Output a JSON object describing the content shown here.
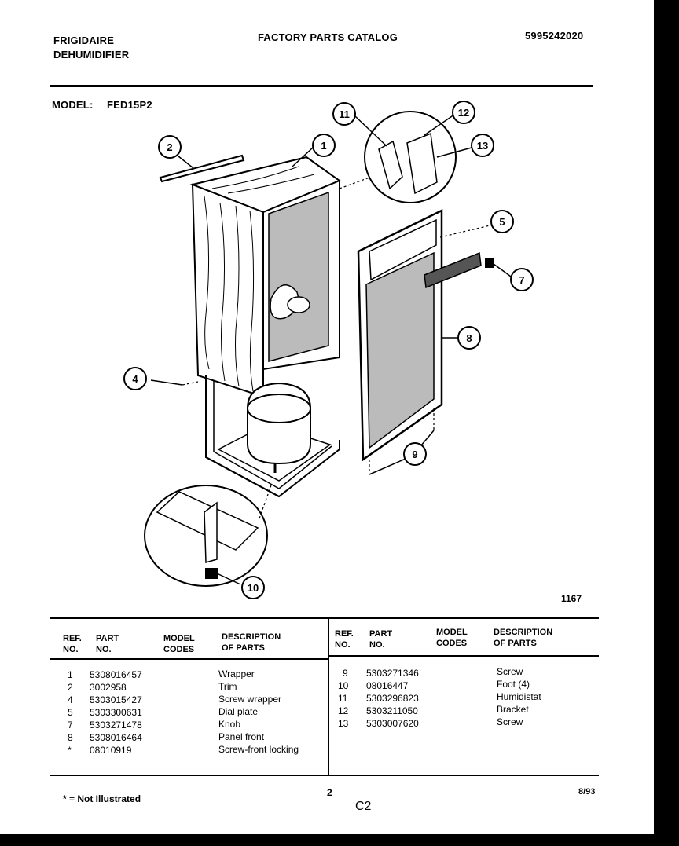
{
  "header": {
    "brand": "FRIGIDAIRE",
    "product": "DEHUMIDIFIER",
    "title": "FACTORY PARTS CATALOG",
    "catalog_number": "5995242020"
  },
  "model": {
    "label": "MODEL:",
    "value": "FED15P2"
  },
  "diagram": {
    "callouts": [
      "1",
      "2",
      "4",
      "5",
      "7",
      "8",
      "9",
      "10",
      "11",
      "12",
      "13"
    ],
    "figure_number": "1167"
  },
  "table": {
    "headers": {
      "ref": [
        "REF.",
        "NO."
      ],
      "part": [
        "PART",
        "NO."
      ],
      "model": [
        "MODEL",
        "CODES"
      ],
      "desc": [
        "DESCRIPTION",
        "OF PARTS"
      ]
    },
    "left_rows": [
      {
        "ref": "1",
        "part": "5308016457",
        "desc": "Wrapper"
      },
      {
        "ref": "2",
        "part": "3002958",
        "desc": "Trim"
      },
      {
        "ref": "4",
        "part": "5303015427",
        "desc": "Screw wrapper"
      },
      {
        "ref": "5",
        "part": "5303300631",
        "desc": "Dial plate"
      },
      {
        "ref": "7",
        "part": "5303271478",
        "desc": "Knob"
      },
      {
        "ref": "8",
        "part": "5308016464",
        "desc": "Panel front"
      },
      {
        "ref": "*",
        "part": "08010919",
        "desc": "Screw-front locking"
      }
    ],
    "right_rows": [
      {
        "ref": "9",
        "part": "5303271346",
        "desc": "Screw"
      },
      {
        "ref": "10",
        "part": "08016447",
        "desc": "Foot (4)"
      },
      {
        "ref": "11",
        "part": "5303296823",
        "desc": "Humidistat"
      },
      {
        "ref": "12",
        "part": "5303211050",
        "desc": "Bracket"
      },
      {
        "ref": "13",
        "part": "5303007620",
        "desc": "Screw"
      }
    ]
  },
  "footer": {
    "note": "* = Not Illustrated",
    "page": "2",
    "code": "C2",
    "date": "8/93"
  }
}
